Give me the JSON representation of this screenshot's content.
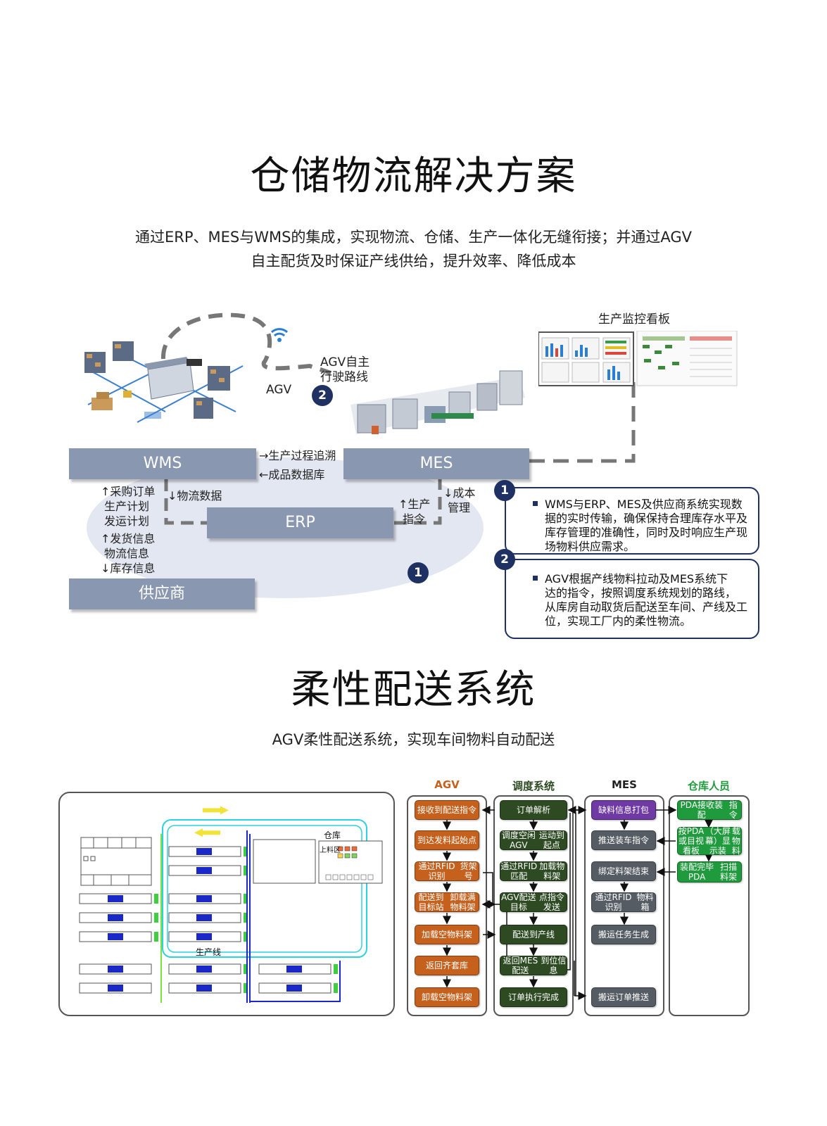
{
  "section1": {
    "title": "仓储物流解决方案",
    "subtitle_line1": "通过ERP、MES与WMS的集成，实现物流、仓储、生产一体化无缝衔接；并通过AGV",
    "subtitle_line2": "自主配货及时保证产线供给，提升效率、降低成本",
    "diagram": {
      "agv_label": "AGV",
      "agv_route": [
        "AGV自主",
        "行驶路线"
      ],
      "dashboard_label": "生产监控看板",
      "wms": "WMS",
      "mes": "MES",
      "erp": "ERP",
      "supplier": "供应商",
      "wms_mes_top": "→生产过程追溯",
      "wms_mes_bottom": "←成品数据库",
      "wms_left": [
        "↑采购订单",
        "生产计划",
        "发运计划"
      ],
      "wms_erp": "↓物流数据",
      "supplier_labels": [
        "↑发货信息",
        "物流信息",
        "↓库存信息"
      ],
      "erp_mes_up": [
        "↑生产",
        "指令"
      ],
      "erp_mes_down": [
        "↓成本",
        "管理"
      ],
      "badge1": "1",
      "badge2": "2"
    },
    "info1": {
      "badge": "1",
      "lines": [
        "WMS与ERP、MES及供应商系统实现数",
        "据的实时传输，确保保持合理库存水平及",
        "库存管理的准确性，同时及时响应生产现",
        "场物料供应需求。"
      ]
    },
    "info2": {
      "badge": "2",
      "lines": [
        "AGV根据产线物料拉动及MES系统下",
        "达的指令，按照调度系统规划的路线，",
        "从库房自动取货后配送至车间、产线及工",
        "位，实现工厂内的柔性物流。"
      ]
    }
  },
  "section2": {
    "title": "柔性配送系统",
    "subtitle": "AGV柔性配送系统，实现车间物料自动配送",
    "layout": {
      "warehouse": "仓库",
      "loading": "上料区",
      "line": "生产线"
    },
    "columns": {
      "agv": {
        "head": "AGV",
        "color": "#c5611c",
        "nodes": [
          [
            "接收到配送指",
            "令"
          ],
          [
            "到达发料起始",
            "点"
          ],
          [
            "通过RFID识别",
            "货架号"
          ],
          [
            "配送到目标站",
            "卸载满物料架"
          ],
          [
            "加载空物料架"
          ],
          [
            "返回齐套库"
          ],
          [
            "卸载空物料架"
          ]
        ]
      },
      "sched": {
        "head": "调度系统",
        "color": "#2d4a22",
        "nodes": [
          [
            "订单解析"
          ],
          [
            "调度空闲AGV",
            "运动到起点"
          ],
          [
            "通过RFID匹配",
            "加载物料架"
          ],
          [
            "AGV配送目标",
            "点指令发送"
          ],
          [
            "配送到产线"
          ],
          [
            "返回MES配送",
            "到位信息"
          ],
          [
            "订单执行完成"
          ]
        ]
      },
      "mes": {
        "head": "MES",
        "color": "#222222",
        "nodes": [
          [
            "缺料信息打包"
          ],
          [
            "推送装车指令"
          ],
          [
            "绑定料架结束"
          ],
          [
            "通过RFID识别",
            "物料箱"
          ],
          [
            "搬运任务生成"
          ],
          [
            "搬运订单推送"
          ]
        ]
      },
      "wh": {
        "head": "仓库人员",
        "color": "#1f9a3d",
        "nodes": [
          [
            "PDA接收装配",
            "指令"
          ],
          [
            "按PDA或目视看板",
            "（大屏幕）显示装",
            "载物料"
          ],
          [
            "装配完毕PDA",
            "扫描料架"
          ]
        ]
      }
    }
  }
}
